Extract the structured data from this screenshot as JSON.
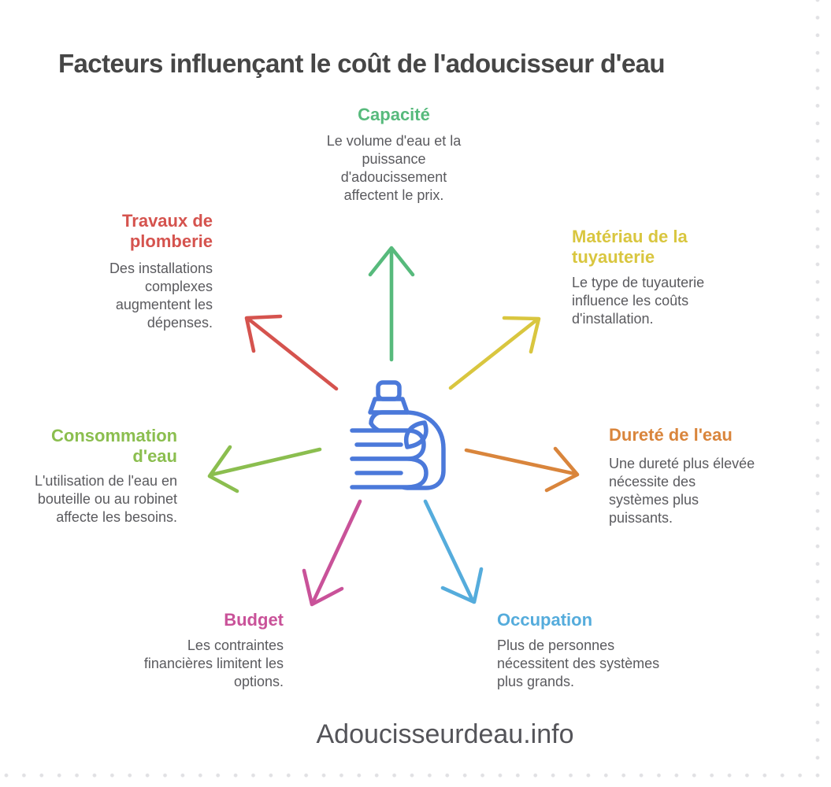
{
  "title": "Facteurs influençant le coût de l'adoucisseur d'eau",
  "footer": "Adoucisseurdeau.info",
  "center": {
    "icon": "detergent-bottle-and-laundry-icon"
  },
  "colors": {
    "title_gray": "#464646",
    "body_gray": "#5a5a5e",
    "footer_gray": "#545459",
    "icon_blue": "#4b79da",
    "dot_gray": "#e1e1e4"
  },
  "factors": [
    {
      "id": "capacite",
      "position": "top",
      "label": "Capacité",
      "description": "Le volume d'eau et la puissance d'adoucissement affectent le prix.",
      "color": "#57ba7c"
    },
    {
      "id": "materiau-tuyauterie",
      "position": "top-right",
      "label": "Matériau de la tuyauterie",
      "description": "Le type de tuyauterie influence les coûts d'installation.",
      "color": "#d9c63f"
    },
    {
      "id": "durete-eau",
      "position": "right",
      "label": "Dureté de l'eau",
      "description": "Une dureté plus élevée nécessite des systèmes plus puissants.",
      "color": "#d9853c"
    },
    {
      "id": "occupation",
      "position": "bottom-right",
      "label": "Occupation",
      "description": "Plus de personnes nécessitent des systèmes plus grands.",
      "color": "#55acdc"
    },
    {
      "id": "budget",
      "position": "bottom-left",
      "label": "Budget",
      "description": "Les contraintes financières limitent les options.",
      "color": "#c95299"
    },
    {
      "id": "consommation-eau",
      "position": "left",
      "label": "Consommation d'eau",
      "description": "L'utilisation de l'eau en bouteille ou au robinet affecte les besoins.",
      "color": "#8bbe4f"
    },
    {
      "id": "travaux-plomberie",
      "position": "top-left",
      "label": "Travaux de plomberie",
      "description": "Des installations complexes augmentent les dépenses.",
      "color": "#d5534e"
    }
  ]
}
